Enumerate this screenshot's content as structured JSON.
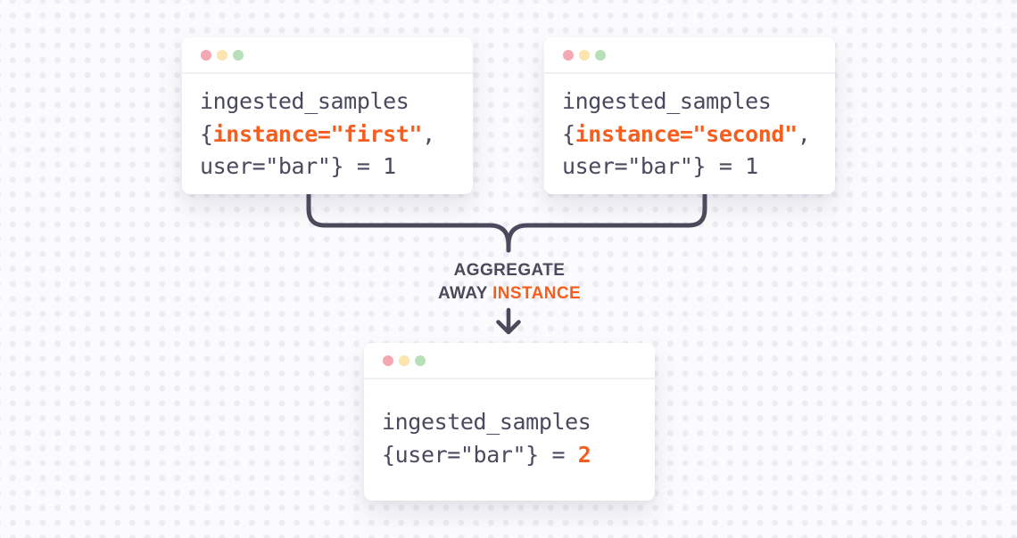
{
  "diagram_title": "metric aggregation illustration",
  "background": {
    "base_color": "#fbfbfd",
    "dot_color": "#ececf2"
  },
  "palette": {
    "accent_orange": "#f75d1d",
    "code_text": "#4a4a5e",
    "line_color": "#4a4a5c",
    "card_background": "#ffffff",
    "window_dot_red": "#f5a8b2",
    "window_dot_yellow": "#fbe4ae",
    "window_dot_green": "#b7dfb8"
  },
  "cards": {
    "left": {
      "line1": "ingested_samples",
      "line2_open": "{",
      "line2_highlight": "instance=\"first\"",
      "line2_close": ",",
      "line3": "user=\"bar\"} = 1"
    },
    "right": {
      "line1": "ingested_samples",
      "line2_open": "{",
      "line2_highlight": "instance=\"second\"",
      "line2_close": ",",
      "line3": "user=\"bar\"} = 1"
    },
    "result": {
      "line1": "ingested_samples",
      "line2_plain": "{user=\"bar\"} = ",
      "line2_highlight": "2"
    }
  },
  "aggregate_label": {
    "line1": "AGGREGATE",
    "line2_plain": "AWAY ",
    "line2_highlight": "INSTANCE"
  }
}
